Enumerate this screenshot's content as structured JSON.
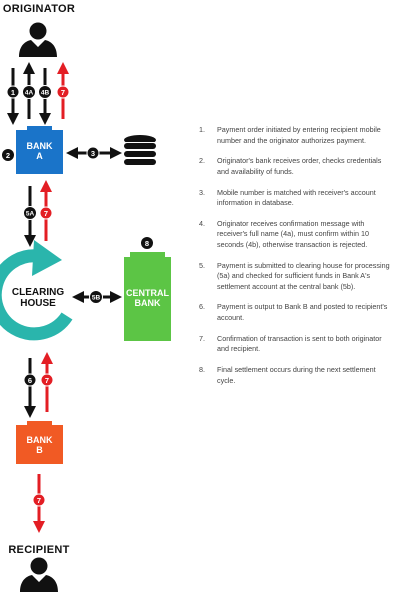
{
  "originator": {
    "title": "ORIGINATOR"
  },
  "recipient": {
    "title": "RECIPIENT"
  },
  "bank_a": {
    "line1": "BANK",
    "line2": "A"
  },
  "bank_b": {
    "line1": "BANK",
    "line2": "B"
  },
  "central_bank": {
    "line1": "CENTRAL",
    "line2": "BANK"
  },
  "clearing_house": {
    "line1": "CLEARING",
    "line2": "HOUSE"
  },
  "badges": {
    "b1": "1",
    "b4a": "4A",
    "b4b": "4B",
    "b7_top": "7",
    "b2": "2",
    "b3": "3",
    "b5a": "5A",
    "b7_mid": "7",
    "b8": "8",
    "b5b": "5B",
    "b6": "6",
    "b7_low": "7",
    "b7_bottom": "7"
  },
  "colors": {
    "black_arrow": "#111111",
    "red_arrow": "#e31e24",
    "bank_blue": "#1a74c9",
    "central_green": "#5cc545",
    "bank_orange": "#f15a24",
    "clearing_teal": "#2ab5ac"
  },
  "steps": [
    {
      "num": "1.",
      "text": "Payment order initiated by entering recipient mobile number and the originator authorizes payment."
    },
    {
      "num": "2.",
      "text": "Originator's bank receives order, checks credentials and availability of funds."
    },
    {
      "num": "3.",
      "text": "Mobile number is matched with receiver's account information in database."
    },
    {
      "num": "4.",
      "text": "Originator receives confirmation message with receiver's full name (4a), must confirm within 10 seconds (4b), otherwise transaction is rejected."
    },
    {
      "num": "5.",
      "text": "Payment is submitted to clearing house for processing (5a) and checked for sufficient funds in Bank A's settlement account at the central bank (5b)."
    },
    {
      "num": "6.",
      "text": "Payment is output to Bank B and posted to recipient's account."
    },
    {
      "num": "7.",
      "text": "Confirmation of transaction is sent to both originator and recipient."
    },
    {
      "num": "8.",
      "text": "Final settlement occurs during the next settlement cycle."
    }
  ]
}
